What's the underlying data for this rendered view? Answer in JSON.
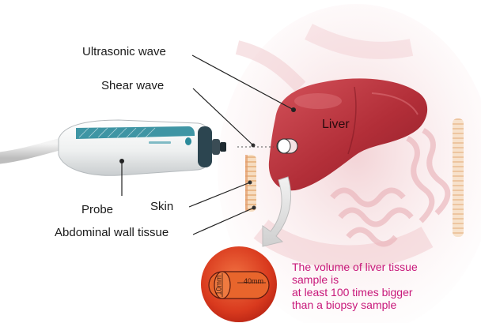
{
  "labels": {
    "ultrasonic_wave": "Ultrasonic wave",
    "shear_wave": "Shear wave",
    "liver": "Liver",
    "probe": "Probe",
    "skin": "Skin",
    "abdominal_wall": "Abdominal wall tissue"
  },
  "sample": {
    "width_label": "40mm",
    "height_label": "10mm"
  },
  "note_lines": [
    "The volume of liver tissue",
    "sample is",
    "at least 100 times bigger",
    "than a biopsy sample"
  ],
  "colors": {
    "note": "#c8187a",
    "liver": "#b8323a",
    "probe_accent": "#2a8a9a"
  }
}
